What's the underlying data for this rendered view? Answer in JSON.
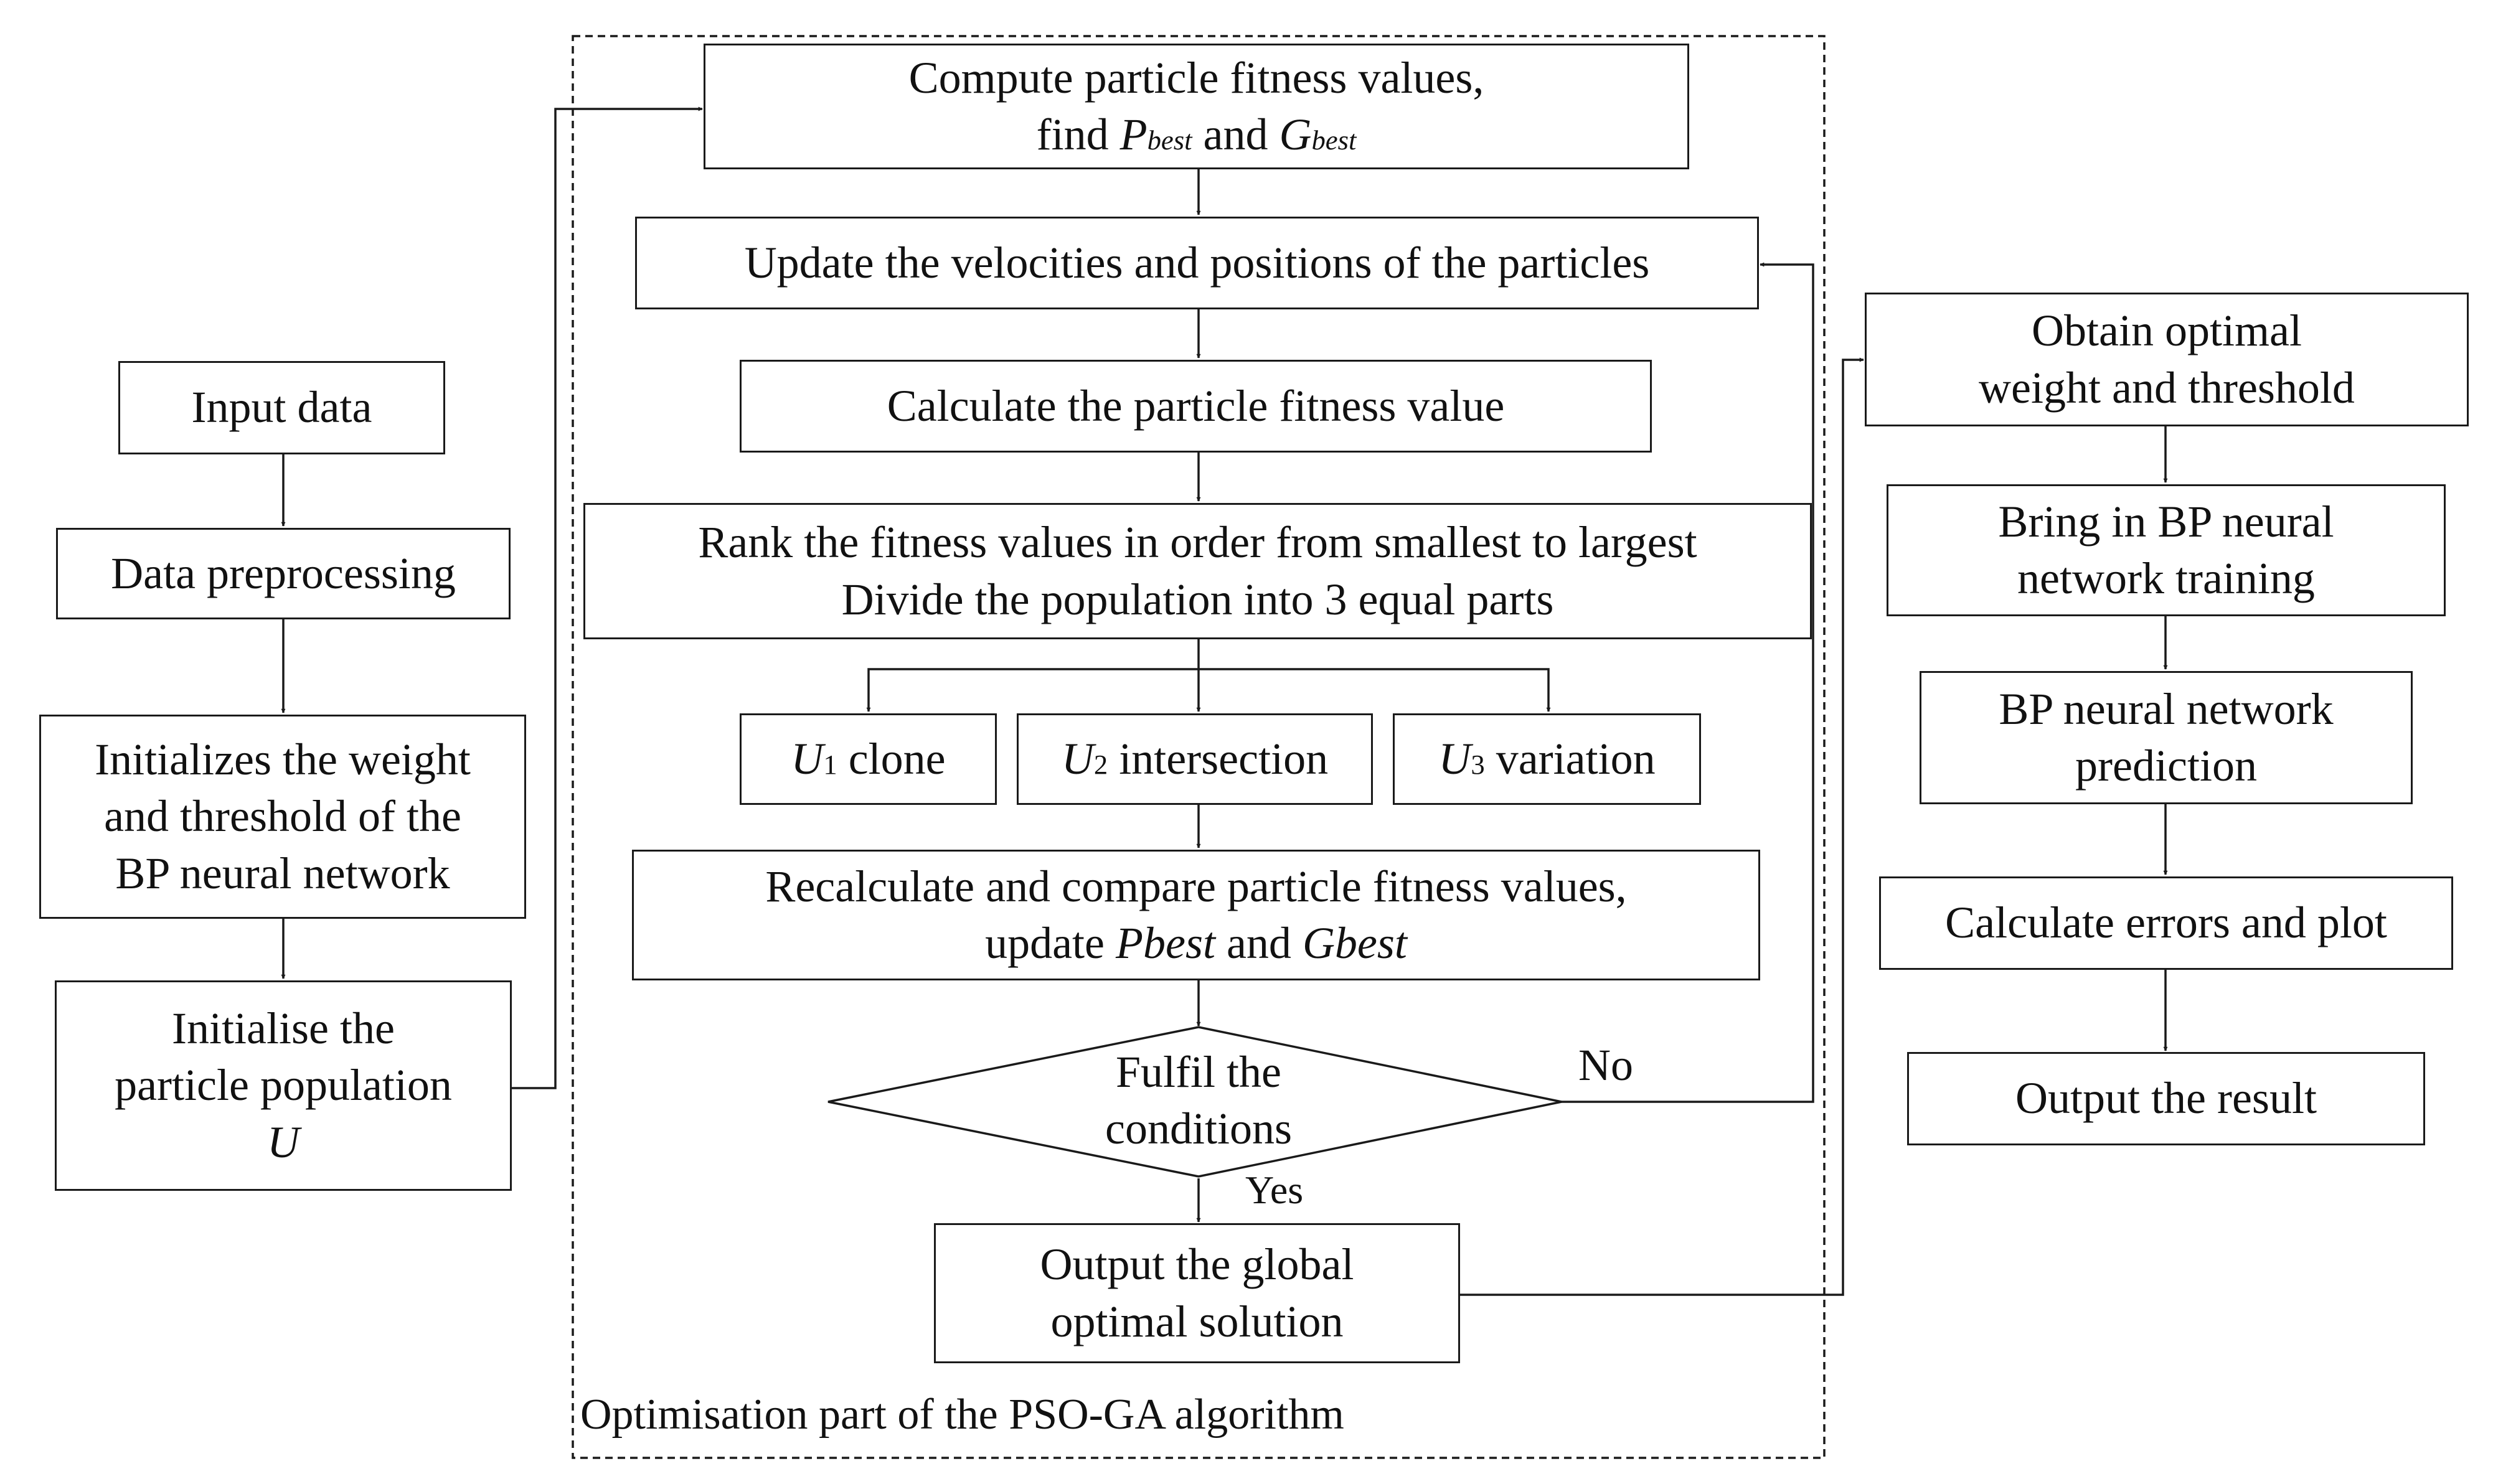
{
  "frame": {
    "caption": "Optimisation part of the PSO-GA algorithm"
  },
  "left": {
    "input": "Input data",
    "preprocess": "Data preprocessing",
    "init_weight": [
      "Initializes the weight",
      "and threshold of the",
      "BP neural network"
    ],
    "init_particles": [
      "Initialise the",
      "particle population"
    ],
    "init_particles_var": "U"
  },
  "middle": {
    "compute_line1": "Compute particle fitness values,",
    "compute_find": "find ",
    "compute_and": " and ",
    "pbest_main": "P",
    "pbest_sub": "best",
    "gbest_main": "G",
    "gbest_sub": "best",
    "update": "Update the velocities and positions of the particles",
    "calc": "Calculate the particle fitness value",
    "rank_line1": "Rank the fitness values in order from smallest to largest",
    "rank_line2": "Divide the population into 3 equal parts",
    "u1_var": "U",
    "u1_sub": "1",
    "u1_text": " clone",
    "u2_var": "U",
    "u2_sub": "2",
    "u2_text": " intersection",
    "u3_var": "U",
    "u3_sub": "3",
    "u3_text": " variation",
    "recalc_line1": "Recalculate and compare particle fitness values,",
    "recalc_update": "update ",
    "recalc_pbest": "Pbest",
    "recalc_and": " and ",
    "recalc_gbest": "Gbest",
    "condition": [
      "Fulfil  the",
      "conditions"
    ],
    "no_label": "No",
    "yes_label": "Yes",
    "output_global": [
      "Output the global",
      "optimal  solution"
    ]
  },
  "right": {
    "obtain": [
      "Obtain optimal",
      "weight and threshold"
    ],
    "bring": [
      "Bring in BP neural",
      "network training"
    ],
    "predict": [
      "BP neural network",
      "prediction"
    ],
    "errors": "Calculate errors and plot",
    "output": "Output the result"
  }
}
